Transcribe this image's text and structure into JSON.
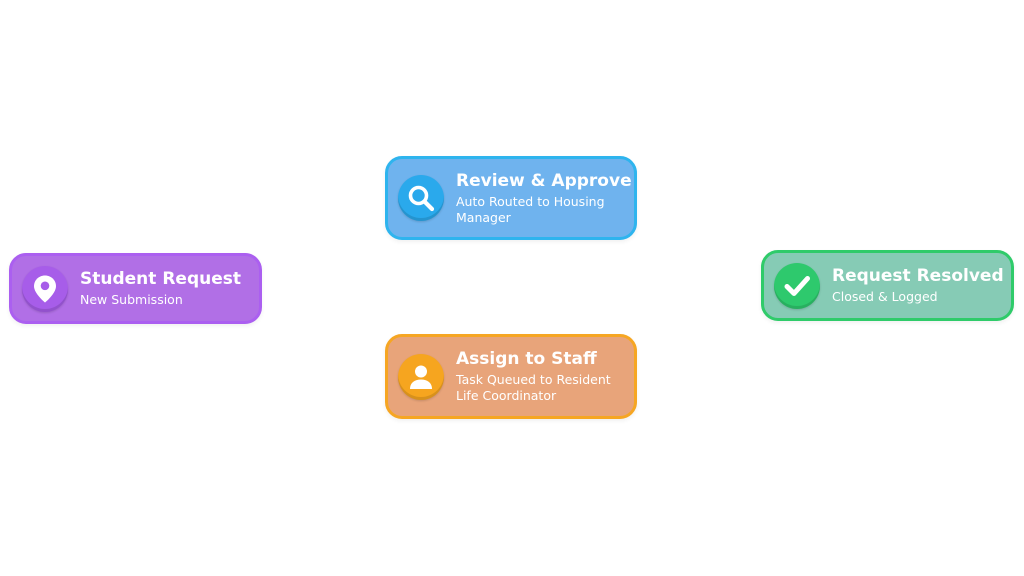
{
  "nodes": {
    "student_request": {
      "title": "Student Request",
      "subtitle": "New Submission",
      "icon": "location-pin-icon",
      "color": "#b16fe6",
      "border_color": "#ab5ff0"
    },
    "review_approve": {
      "title": "Review & Approve",
      "subtitle": "Auto Routed to Housing Manager",
      "icon": "magnifier-icon",
      "color": "#6fb3ee",
      "border_color": "#2eb4ee"
    },
    "assign_staff": {
      "title": "Assign to Staff",
      "subtitle": "Task Queued to Resident Life Coordinator",
      "icon": "person-icon",
      "color": "#e8a47a",
      "border_color": "#f6a623"
    },
    "request_resolved": {
      "title": "Request Resolved",
      "subtitle": "Closed & Logged",
      "icon": "checkmark-icon",
      "color": "#86cbb5",
      "border_color": "#2fcb6a"
    }
  }
}
